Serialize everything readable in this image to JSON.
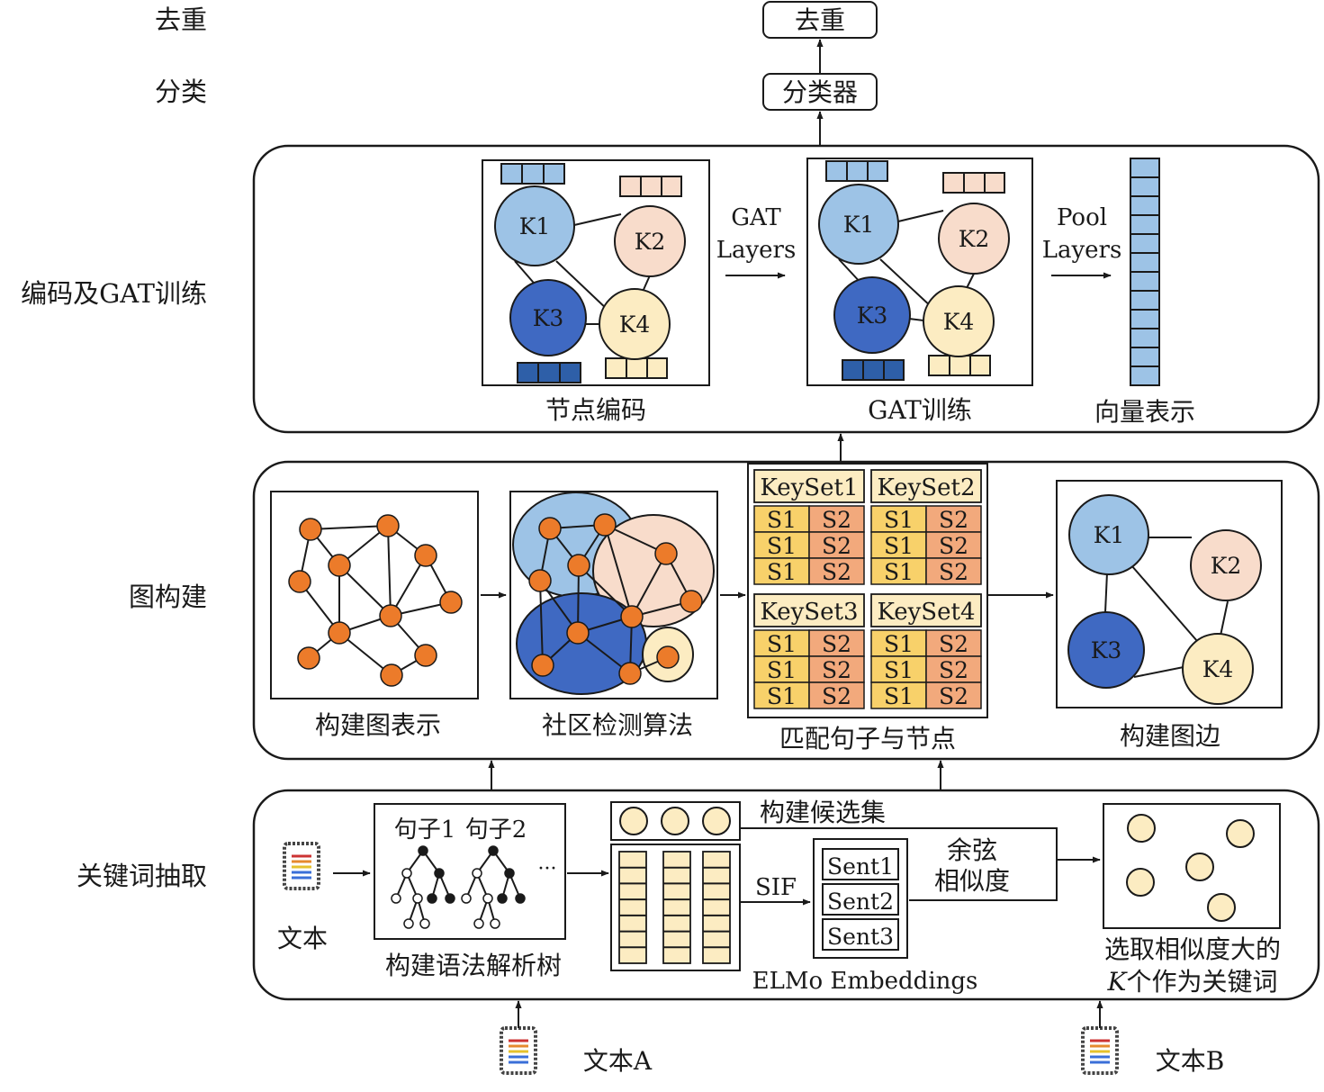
{
  "stage_labels": {
    "dedup": "去重",
    "classify": "分类",
    "encode_gat": "编码及GAT训练",
    "graph_build": "图构建",
    "keyword_extract": "关键词抽取"
  },
  "top": {
    "dedup_box": "去重",
    "classifier_box": "分类器"
  },
  "encode_panel": {
    "node_encoding": "节点编码",
    "gat_layers_line1": "GAT",
    "gat_layers_line2": "Layers",
    "gat_training": "GAT训练",
    "pool_line1": "Pool",
    "pool_line2": "Layers",
    "vector_repr": "向量表示",
    "nodes": [
      "K1",
      "K2",
      "K3",
      "K4"
    ]
  },
  "graph_panel": {
    "build_graph_repr": "构建图表示",
    "community_detection": "社区检测算法",
    "match_sentences": "匹配句子与节点",
    "build_edges": "构建图边",
    "keysets": [
      "KeySet1",
      "KeySet2",
      "KeySet3",
      "KeySet4"
    ],
    "s1": "S1",
    "s2": "S2",
    "nodes": [
      "K1",
      "K2",
      "K3",
      "K4"
    ]
  },
  "keyword_panel": {
    "text_doc": "文本",
    "sent1": "句子1",
    "sent2": "句子2",
    "ellipsis": "···",
    "parse_tree": "构建语法解析树",
    "candidate_set": "构建候选集",
    "sif": "SIF",
    "sents": [
      "Sent1",
      "Sent2",
      "Sent3"
    ],
    "cosine_line1": "余弦",
    "cosine_line2": "相似度",
    "elmo": "ELMo Embeddings",
    "select_line1": "选取相似度大的",
    "select_line2_k": "K",
    "select_line2_rest": "个作为关键词"
  },
  "inputs": {
    "text_a": "文本A",
    "text_b": "文本B"
  },
  "colors": {
    "k1": "#9dc3e6",
    "k2": "#f8dccb",
    "k3": "#3f69c2",
    "k4": "#fcecc2",
    "orange_node": "#ec7b2a",
    "keyset_header": "#fcecc2",
    "s1_cell": "#f8d16a",
    "s2_cell": "#f2a97c",
    "vector": "#9dc3e6",
    "embed_cell": "#fcecc2"
  }
}
